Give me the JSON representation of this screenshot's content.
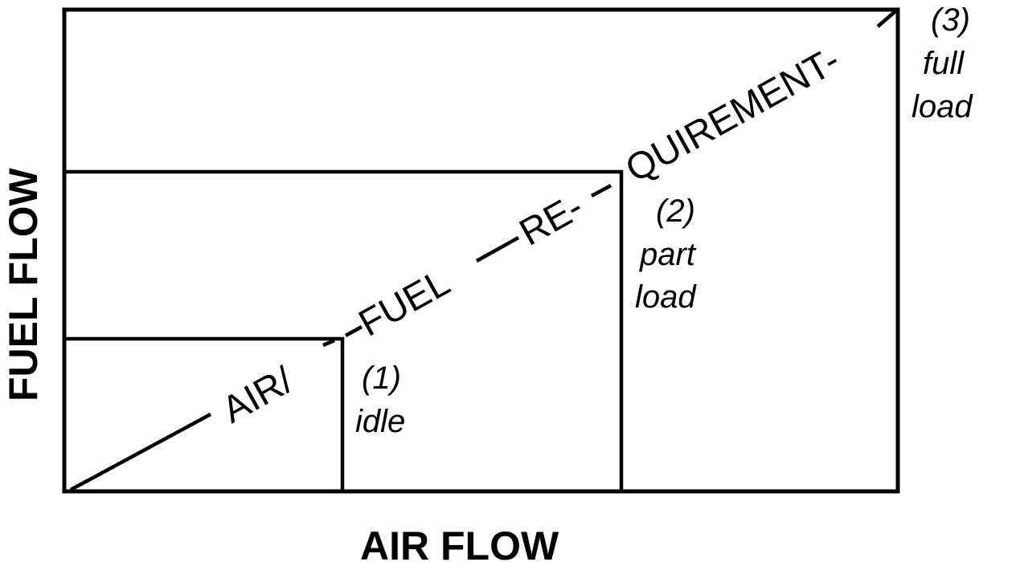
{
  "axes": {
    "x_label": "AIR FLOW",
    "y_label": "FUEL FLOW"
  },
  "curve": {
    "words": [
      "AIR/",
      "FUEL",
      "RE-",
      "QUIREMENT-"
    ]
  },
  "points": [
    {
      "number": "(1)",
      "lines": [
        "idle"
      ]
    },
    {
      "number": "(2)",
      "lines": [
        "part",
        "load"
      ]
    },
    {
      "number": "(3)",
      "lines": [
        "full",
        "load"
      ]
    }
  ]
}
